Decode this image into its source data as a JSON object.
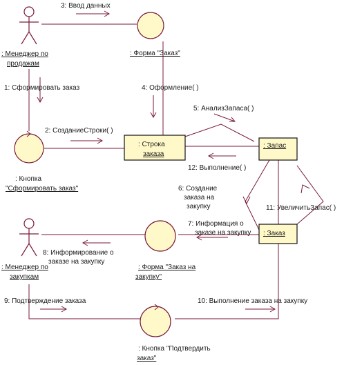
{
  "actors": {
    "sales_manager": ": Менеджер по продажам",
    "purchase_manager": ": Менеджер по закупкам"
  },
  "objects": {
    "order_form": ": Форма \"Заказ\"",
    "btn_form_order_prefix": ": Кнопка",
    "btn_form_order_name": "\"Сформировать заказ\"",
    "order_line_1": ": Строка",
    "order_line_2": "заказа",
    "stock": ": Запас",
    "order": ": Заказ",
    "purchase_form": ": Форма \"Заказ на закупку\"",
    "btn_confirm_1": ": Кнопка \"Подтвердить",
    "btn_confirm_2": "заказ\""
  },
  "messages": {
    "m1": "1: Сформировать заказ",
    "m2": "2: СозданиеСтроки( )",
    "m3": "3: Ввод данных",
    "m4": "4: Оформление( )",
    "m5": "5: АнализЗапаса( )",
    "m6a": "6: Создание",
    "m6b": "заказа на",
    "m6c": "закупку",
    "m7a": "7: Информация о",
    "m7b": "заказе на закупку",
    "m8a": "8: Информирование о",
    "m8b": "заказе на закупку",
    "m9": "9: Подтверждение заказа",
    "m10": "10: Выполнение заказа на закупку",
    "m11": "11: УвеличитьЗапас( )",
    "m12": "12: Выполнение( )"
  }
}
